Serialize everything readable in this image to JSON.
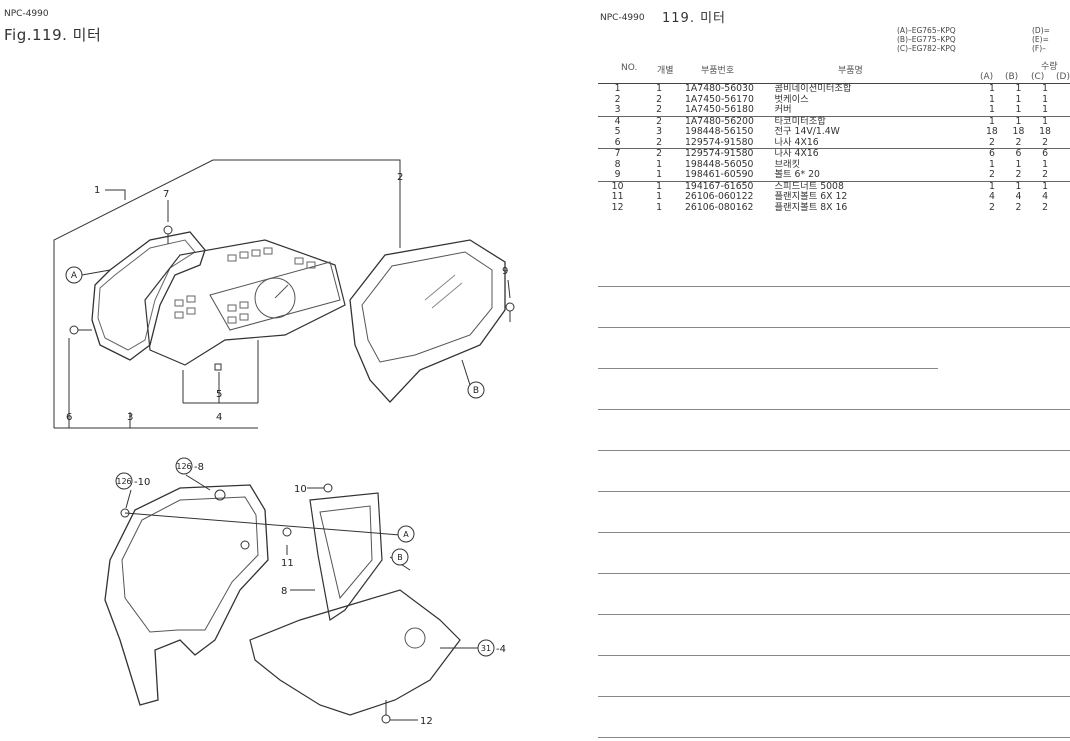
{
  "left_header": {
    "doc_code": "NPC-4990",
    "figure_title": "Fig.119.   미터"
  },
  "right_header": {
    "doc_code": "NPC-4990",
    "section_title": "119.  미터"
  },
  "models": {
    "left": [
      "(A)–EG765–KPQ",
      "(B)–EG775–KPQ",
      "(C)–EG782–KPQ"
    ],
    "right": [
      "(D)=",
      "(E)=",
      "(F)–"
    ]
  },
  "columns": {
    "no": "NO.",
    "qty": "개별",
    "part_no": "부품번호",
    "name": "부품명",
    "quantity": "수량",
    "a": "(A)",
    "b": "(B)",
    "c": "(C)",
    "d": "(D)"
  },
  "parts": [
    {
      "no": "1",
      "qty": "1",
      "part_no": "1A7480-56030",
      "name": "콤비네이션미터조합",
      "a": "1",
      "b": "1",
      "c": "1"
    },
    {
      "no": "2",
      "qty": "2",
      "part_no": "1A7450-56170",
      "name": "벗케이스",
      "a": "1",
      "b": "1",
      "c": "1"
    },
    {
      "no": "3",
      "qty": "2",
      "part_no": "1A7450-56180",
      "name": "커버",
      "a": "1",
      "b": "1",
      "c": "1"
    },
    {
      "no": "4",
      "qty": "2",
      "part_no": "1A7480-56200",
      "name": "타코미터조합",
      "a": "1",
      "b": "1",
      "c": "1"
    },
    {
      "no": "5",
      "qty": "3",
      "part_no": "198448-56150",
      "name": "전구 14V/1.4W",
      "a": "18",
      "b": "18",
      "c": "18"
    },
    {
      "no": "6",
      "qty": "2",
      "part_no": "129574-91580",
      "name": "나사 4X16",
      "a": "2",
      "b": "2",
      "c": "2"
    },
    {
      "no": "7",
      "qty": "2",
      "part_no": "129574-91580",
      "name": "나사 4X16",
      "a": "6",
      "b": "6",
      "c": "6"
    },
    {
      "no": "8",
      "qty": "1",
      "part_no": "198448-56050",
      "name": "브래킷",
      "a": "1",
      "b": "1",
      "c": "1"
    },
    {
      "no": "9",
      "qty": "1",
      "part_no": "198461-60590",
      "name": "볼트 6* 20",
      "a": "2",
      "b": "2",
      "c": "2"
    },
    {
      "no": "10",
      "qty": "1",
      "part_no": "194167-61650",
      "name": "스피드너트 5008",
      "a": "1",
      "b": "1",
      "c": "1"
    },
    {
      "no": "11",
      "qty": "1",
      "part_no": "26106-060122",
      "name": "플랜지볼트 6X 12",
      "a": "4",
      "b": "4",
      "c": "4"
    },
    {
      "no": "12",
      "qty": "1",
      "part_no": "26106-080162",
      "name": "플랜지볼트 8X 16",
      "a": "2",
      "b": "2",
      "c": "2"
    }
  ],
  "callouts": {
    "top": [
      "1",
      "2",
      "7",
      "A",
      "9",
      "6",
      "3",
      "5",
      "4",
      "B"
    ],
    "bottom": [
      "126",
      "-10",
      "126",
      "-8",
      "10",
      "A",
      "B",
      "11",
      "8",
      "31",
      "-4",
      "12"
    ]
  }
}
